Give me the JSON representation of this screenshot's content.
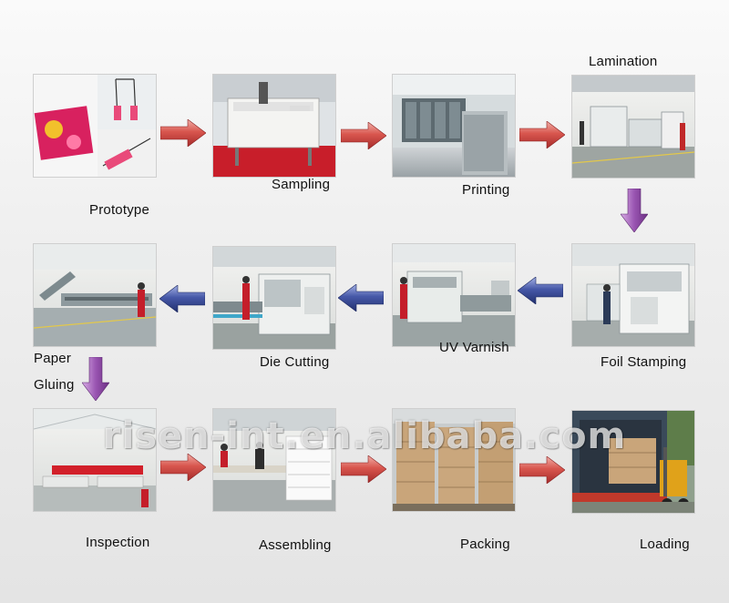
{
  "steps": {
    "prototype": "Prototype",
    "sampling": "Sampling",
    "printing": "Printing",
    "lamination": "Lamination",
    "foil_stamping": "Foil Stamping",
    "uv_varnish": "UV Varnish",
    "die_cutting": "Die Cutting",
    "paper_gluing_line1": "Paper",
    "paper_gluing_line2": "Gluing",
    "inspection": "Inspection",
    "assembling": "Assembling",
    "packing": "Packing",
    "loading": "Loading"
  },
  "watermark": "risen-int.en.alibaba.com",
  "colors": {
    "arrow_red": "#c9403f",
    "arrow_blue": "#2f3f86",
    "arrow_purple": "#8b4aa0"
  },
  "icons": {
    "right_arrow": "right-arrow-icon",
    "left_arrow": "left-arrow-icon",
    "down_arrow": "down-arrow-icon"
  }
}
